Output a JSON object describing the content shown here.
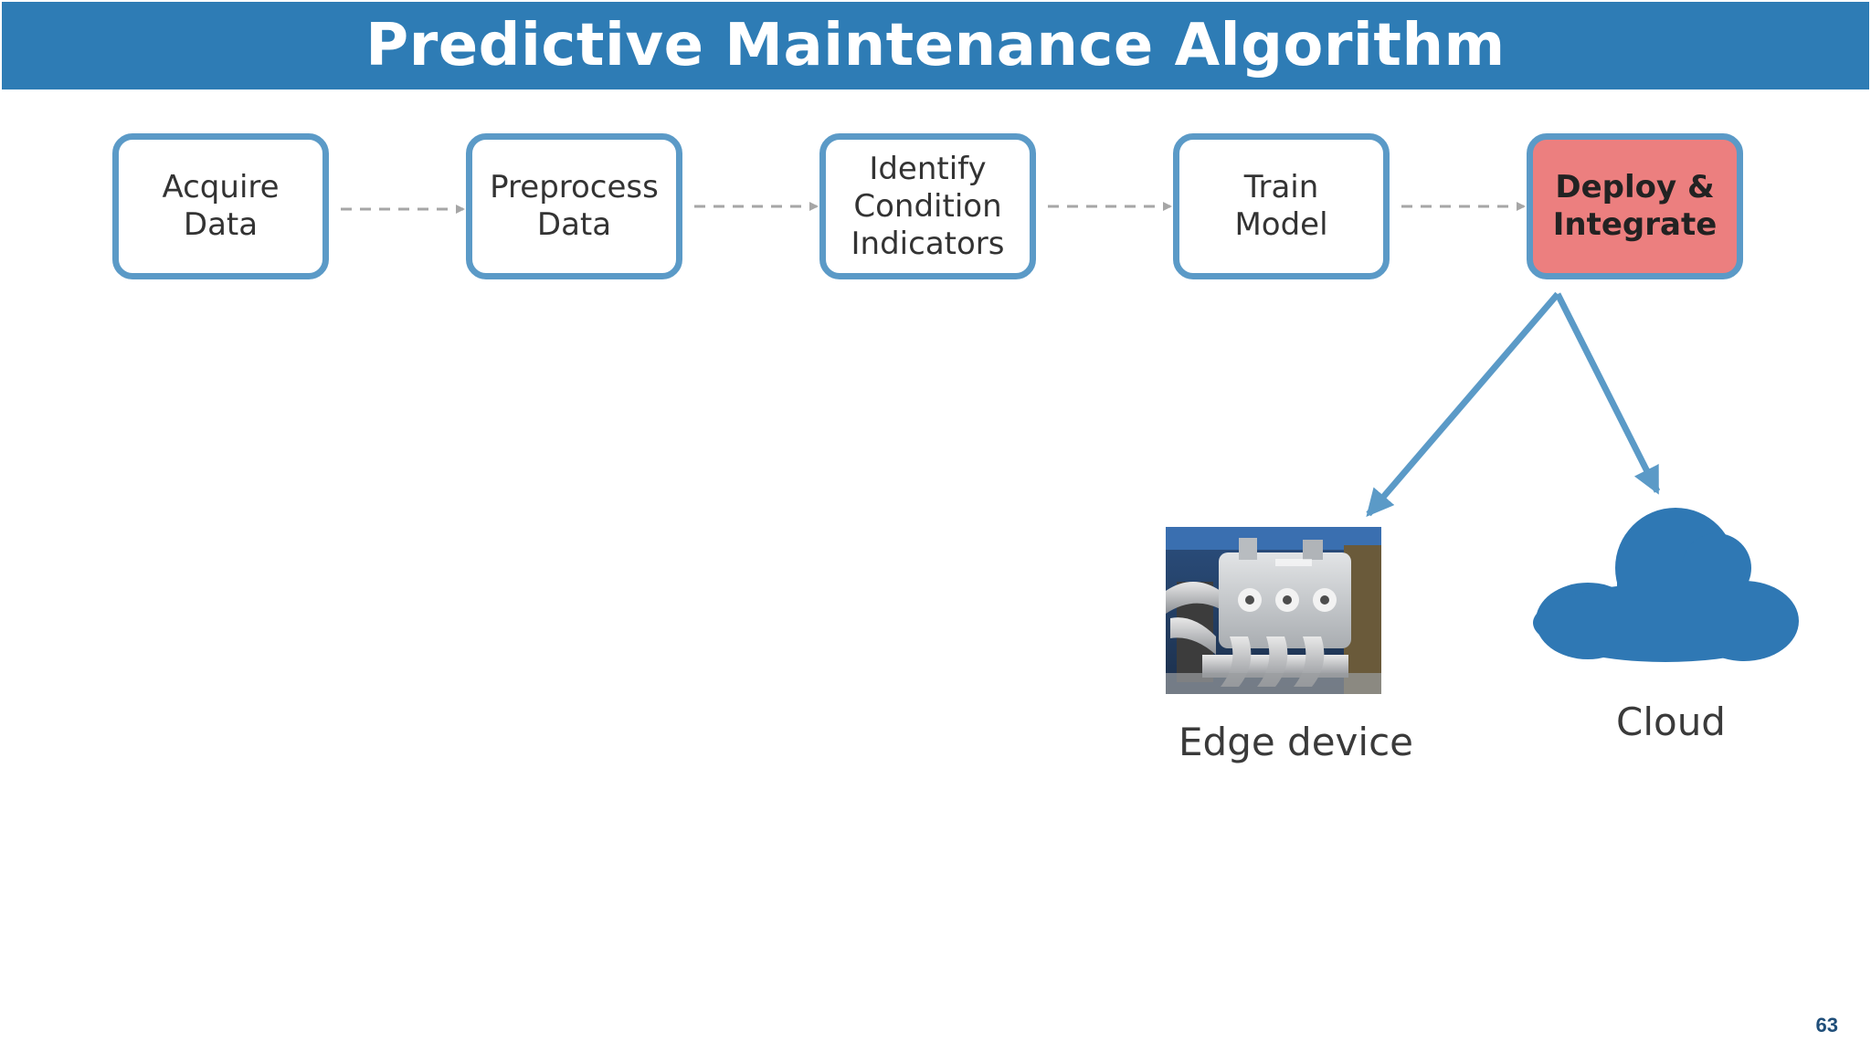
{
  "slide": {
    "title": "Predictive Maintenance Algorithm",
    "page_number": "63"
  },
  "workflow": {
    "steps": [
      {
        "label": "Acquire\nData"
      },
      {
        "label": "Preprocess\nData"
      },
      {
        "label": "Identify\nCondition\nIndicators"
      },
      {
        "label": "Train\nModel"
      },
      {
        "label": "Deploy &\nIntegrate",
        "highlighted": true
      }
    ]
  },
  "targets": {
    "edge": {
      "label": "Edge device",
      "icon": "edge-device-photo"
    },
    "cloud": {
      "label": "Cloud",
      "icon": "cloud-icon"
    }
  },
  "colors": {
    "title_bar": "#2e7cb5",
    "step_border": "#5b9ac7",
    "highlight_fill": "#ec7f7f",
    "cloud": "#2f78b4",
    "connector": "#a6a6a6"
  }
}
